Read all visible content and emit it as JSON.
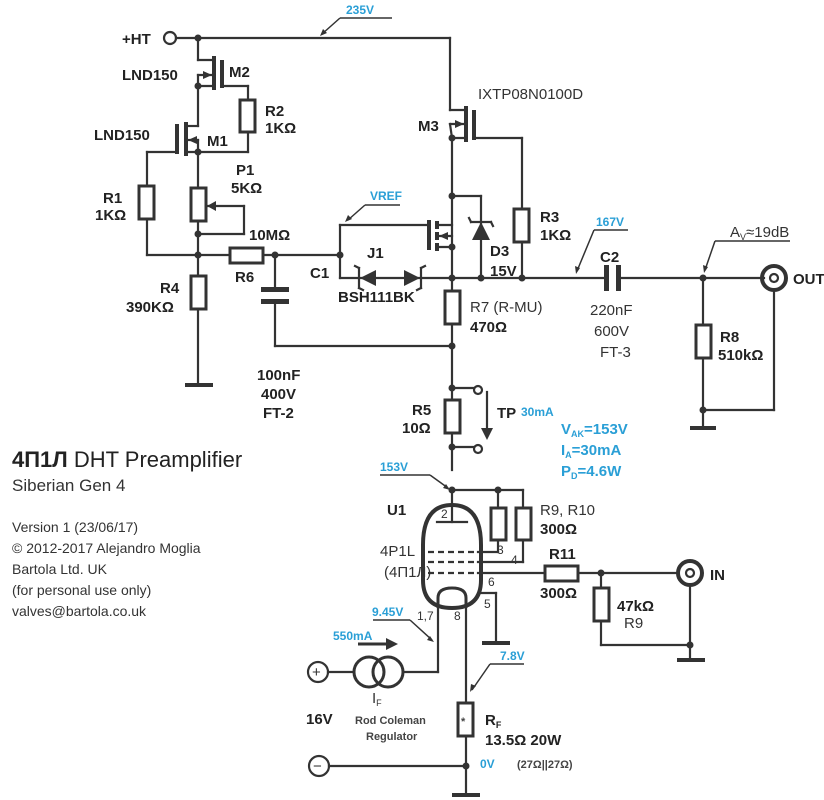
{
  "title": {
    "main_bold": "4П1Л",
    "main_rest": " DHT Preamplifier",
    "subtitle": "Siberian Gen 4"
  },
  "info_lines": [
    "Version 1 (23/06/17)",
    "© 2012-2017 Alejandro Moglia",
    "Bartola Ltd. UK",
    "(for personal use only)",
    "valves@bartola.co.uk"
  ],
  "terminals": {
    "ht": "+HT",
    "out": "OUT",
    "in": "IN",
    "plus": "+",
    "minus": "−"
  },
  "components": {
    "m1": {
      "ref": "M1",
      "part": "LND150"
    },
    "m2": {
      "ref": "M2",
      "part": "LND150"
    },
    "m3": {
      "ref": "M3",
      "part": "IXTP08N0100D"
    },
    "r1": {
      "ref": "R1",
      "value": "1KΩ"
    },
    "r2": {
      "ref": "R2",
      "value": "1KΩ"
    },
    "p1": {
      "ref": "P1",
      "value": "5KΩ"
    },
    "r3": {
      "ref": "R3",
      "value": "1KΩ"
    },
    "r4": {
      "ref": "R4",
      "value": "390KΩ"
    },
    "r6": {
      "ref": "R6",
      "value": "10MΩ"
    },
    "c1": {
      "ref": "C1",
      "value": "100nF",
      "voltage": "400V",
      "type": "FT-2"
    },
    "j1": {
      "ref": "J1",
      "part": "BSH111BK"
    },
    "d3": {
      "ref": "D3",
      "value": "15V"
    },
    "r7": {
      "ref": "R7 (R-MU)",
      "value": "470Ω"
    },
    "c2": {
      "ref": "C2",
      "value": "220nF",
      "voltage": "600V",
      "type": "FT-3"
    },
    "r8": {
      "ref": "R8",
      "value": "510kΩ"
    },
    "r5": {
      "ref": "R5",
      "value": "10Ω"
    },
    "tp": {
      "ref": "TP"
    },
    "u1": {
      "ref": "U1",
      "part": "4P1L",
      "part_cyr": "(4П1Л)"
    },
    "r9r10": {
      "ref": "R9, R10",
      "value": "300Ω"
    },
    "r11": {
      "ref": "R11",
      "value": "300Ω"
    },
    "r9": {
      "ref": "R9",
      "value": "47kΩ"
    },
    "rf": {
      "ref": "R",
      "ref_sub": "F",
      "value": "13.5Ω 20W",
      "note": "(27Ω||27Ω)",
      "marker": "*"
    },
    "if": {
      "ref": "I",
      "ref_sub": "F",
      "supply": "16V",
      "name1": "Rod Coleman",
      "name2": "Regulator"
    }
  },
  "pins": {
    "p2": "2",
    "p3": "3",
    "p4": "4",
    "p6": "6",
    "p5": "5",
    "p17": "1,7",
    "p8": "8"
  },
  "annotations": {
    "v_ht": "235V",
    "vref": "VREF",
    "v_out_node": "167V",
    "gain": "A",
    "gain_sub": "V",
    "gain_rest": "≈19dB",
    "tp_current": "30mA",
    "v_anode": "153V",
    "vak": {
      "sym": "V",
      "sub": "AK",
      "rest": "=153V"
    },
    "ia": {
      "sym": "I",
      "sub": "A",
      "rest": "=30mA"
    },
    "pd": {
      "sym": "P",
      "sub": "D",
      "rest": "=4.6W"
    },
    "v_fil": "9.45V",
    "i_fil": "550mA",
    "v_rf": "7.8V",
    "v_zero": "0V"
  },
  "colors": {
    "annotation": "#2a9fd6",
    "wire": "#333333"
  }
}
